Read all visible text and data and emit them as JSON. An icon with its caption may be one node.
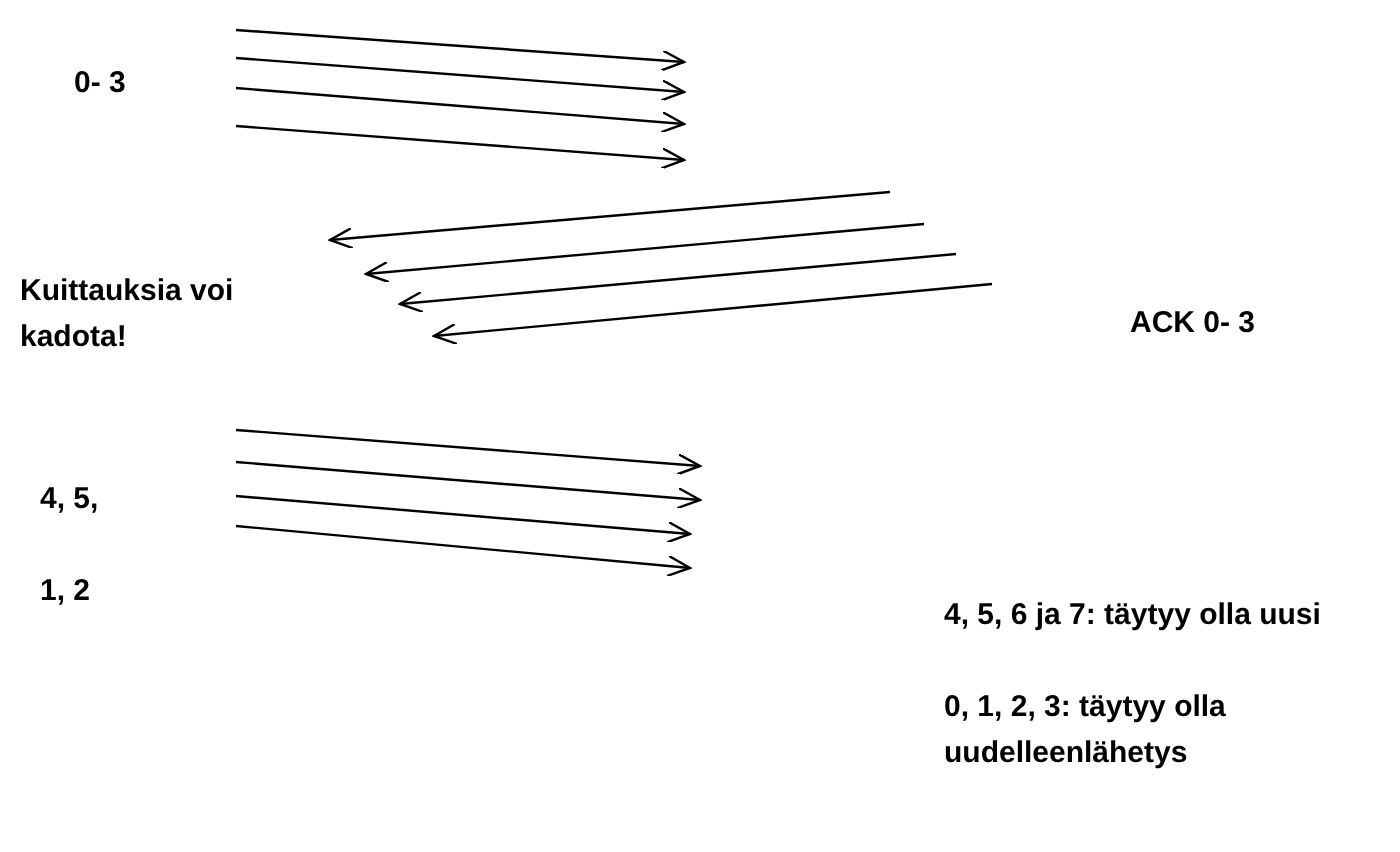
{
  "diagram": {
    "labels": [
      "0- 3",
      "Kuittauksia voi kadota!",
      "ACK 0- 3",
      "4, 5,",
      "1, 2",
      "4, 5, 6 ja 7: täytyy olla uusi",
      "0, 1, 2, 3: täytyy olla uudelleenlähetys"
    ]
  }
}
